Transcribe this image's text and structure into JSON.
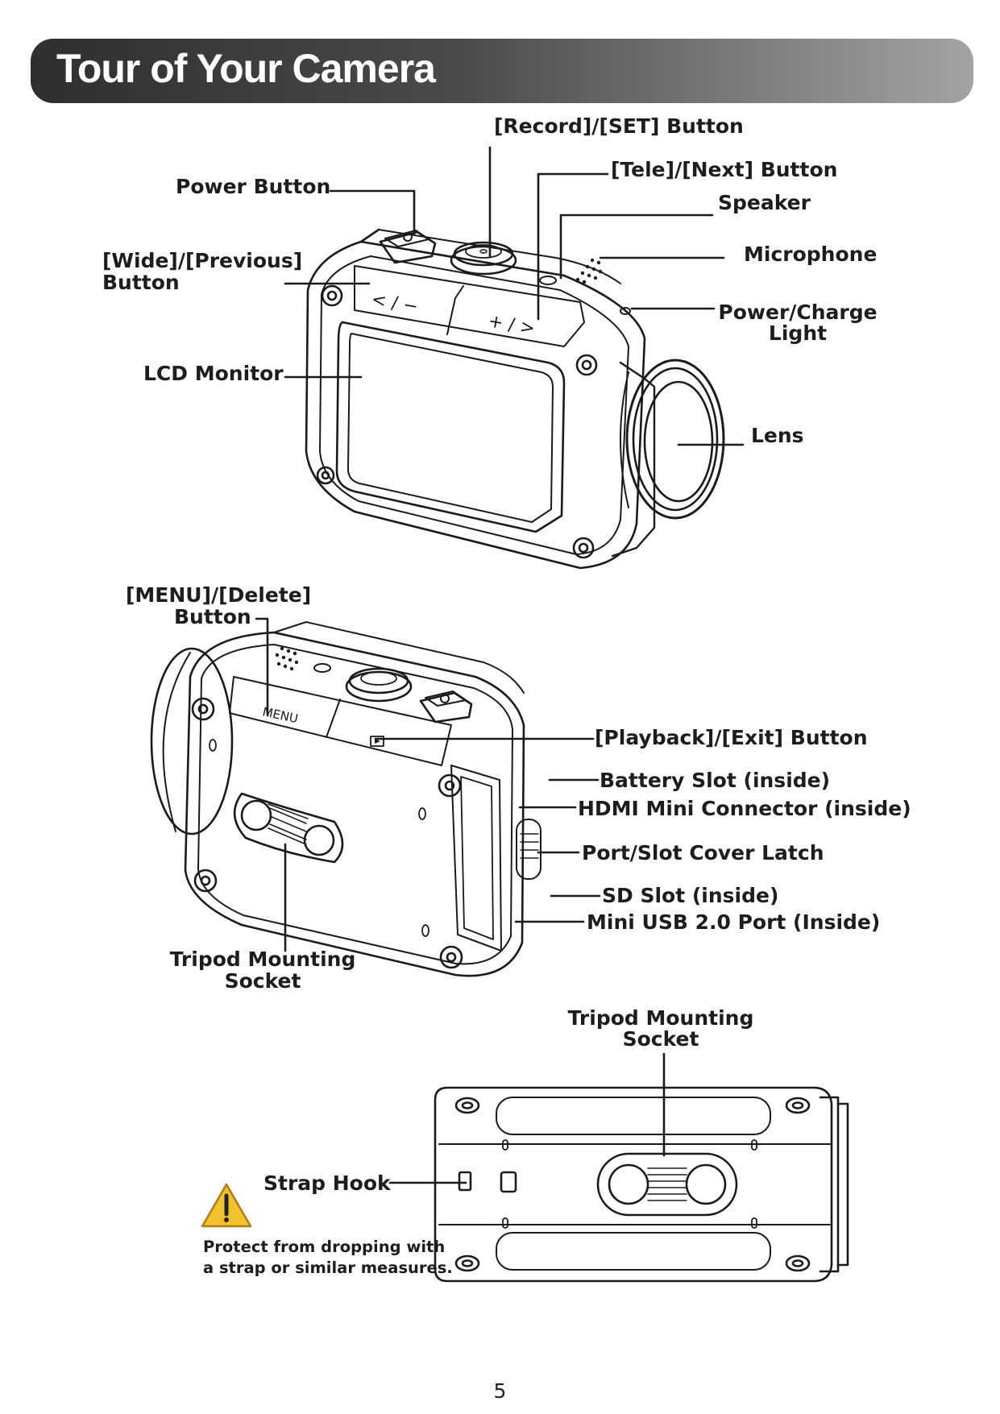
{
  "page": {
    "title": "Tour of Your Camera",
    "page_number": "5"
  },
  "front_view": {
    "labels": {
      "record_set": "[Record]/[SET] Button",
      "tele_next": "[Tele]/[Next] Button",
      "speaker": "Speaker",
      "power": "Power Button",
      "microphone": "Microphone",
      "wide_prev_1": "[Wide]/[Previous]",
      "wide_prev_2": "Button",
      "power_light_1": "Power/Charge",
      "power_light_2": "Light",
      "lcd": "LCD Monitor",
      "lens": "Lens"
    },
    "button_glyphs": {
      "wide": "< / −",
      "tele": "+ / >"
    }
  },
  "rear_view": {
    "labels": {
      "menu_1": "[MENU]/[Delete]",
      "menu_2": "Button",
      "playback": "[Playback]/[Exit] Button",
      "battery": "Battery Slot (inside)",
      "hdmi": "HDMI Mini Connector (inside)",
      "latch": "Port/Slot Cover Latch",
      "sd": "SD Slot (inside)",
      "usb": "Mini USB 2.0 Port (Inside)",
      "tripod_1": "Tripod Mounting",
      "tripod_2": "Socket"
    },
    "menu_glyph": "MENU"
  },
  "bottom_view": {
    "labels": {
      "tripod_1": "Tripod Mounting",
      "tripod_2": "Socket",
      "strap": "Strap Hook"
    },
    "warning": {
      "line1": "Protect from dropping with",
      "line2": "a strap or similar measures."
    }
  },
  "colors": {
    "title_bar_dark": "#2f2f2f",
    "title_bar_light": "#a3a3a3",
    "warning_yellow": "#f2c12e",
    "line": "#1b1b1b"
  },
  "icons": [
    "warning-triangle-icon",
    "power-icon",
    "playback-icon"
  ]
}
